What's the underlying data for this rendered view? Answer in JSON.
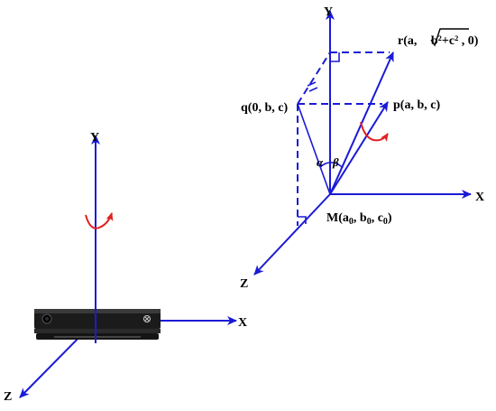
{
  "colors": {
    "axis": "#1a1ad6",
    "rotation_arrow": "#e02020",
    "label": "#000000",
    "sensor_body": "#1b1b1b"
  },
  "left_frame": {
    "y_label": "Y",
    "x_label": "X",
    "z_label": "Z"
  },
  "right_frame": {
    "y_label": "Y",
    "x_label": "X",
    "z_label": "Z"
  },
  "points": {
    "r": {
      "prefix": "r(a, ",
      "sqrt": "b²+c²",
      "suffix": " , 0)"
    },
    "q": {
      "label": "q(0, b, c)"
    },
    "p": {
      "label": "p(a, b, c)"
    },
    "m": {
      "text": "M(a",
      "sub1": "0",
      "mid1": ", b",
      "sub2": "0",
      "mid2": ", c",
      "sub3": "0",
      "end": ")"
    }
  },
  "angles": {
    "alpha": "α",
    "beta": "β"
  },
  "icons": {
    "sensor": "depth-camera-icon",
    "rotation": "curved-arrow-icon"
  }
}
